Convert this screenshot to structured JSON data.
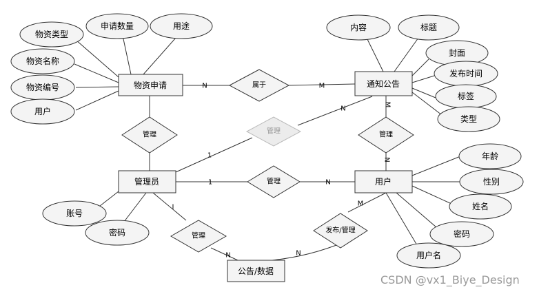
{
  "entities": {
    "material_request": "物资申请",
    "notice": "通知公告",
    "admin": "管理员",
    "user": "用户",
    "announcement_data": "公告/数据"
  },
  "attributes": {
    "request_qty": "申请数量",
    "usage": "用途",
    "material_type": "物资类型",
    "material_name": "物资名称",
    "material_code": "物资编号",
    "request_user": "用户",
    "content": "内容",
    "title": "标题",
    "cover": "封面",
    "publish_time": "发布时间",
    "tag": "标签",
    "notice_type": "类型",
    "age": "年龄",
    "gender": "性别",
    "name": "姓名",
    "user_password": "密码",
    "username": "用户名",
    "account": "账号",
    "admin_password": "密码"
  },
  "relationships": {
    "belongs": "属于",
    "manage_faded": "管理",
    "manage_request": "管理",
    "manage_notice": "管理",
    "manage_user": "管理",
    "manage_announcement": "管理",
    "publish_manage": "发布/管理"
  },
  "cardinalities": {
    "req_belongs": "N",
    "notice_belongs": "M",
    "admin_faded": "1",
    "notice_faded": "N",
    "notice_manage": "M",
    "user_manage_notice": "N",
    "admin_user": "1",
    "user_admin": "N",
    "admin_announcement": "I",
    "announcement_admin": "N",
    "announcement_user": "N",
    "user_announcement": "M"
  },
  "watermark": "CSDN @vx1_Biye_Design"
}
